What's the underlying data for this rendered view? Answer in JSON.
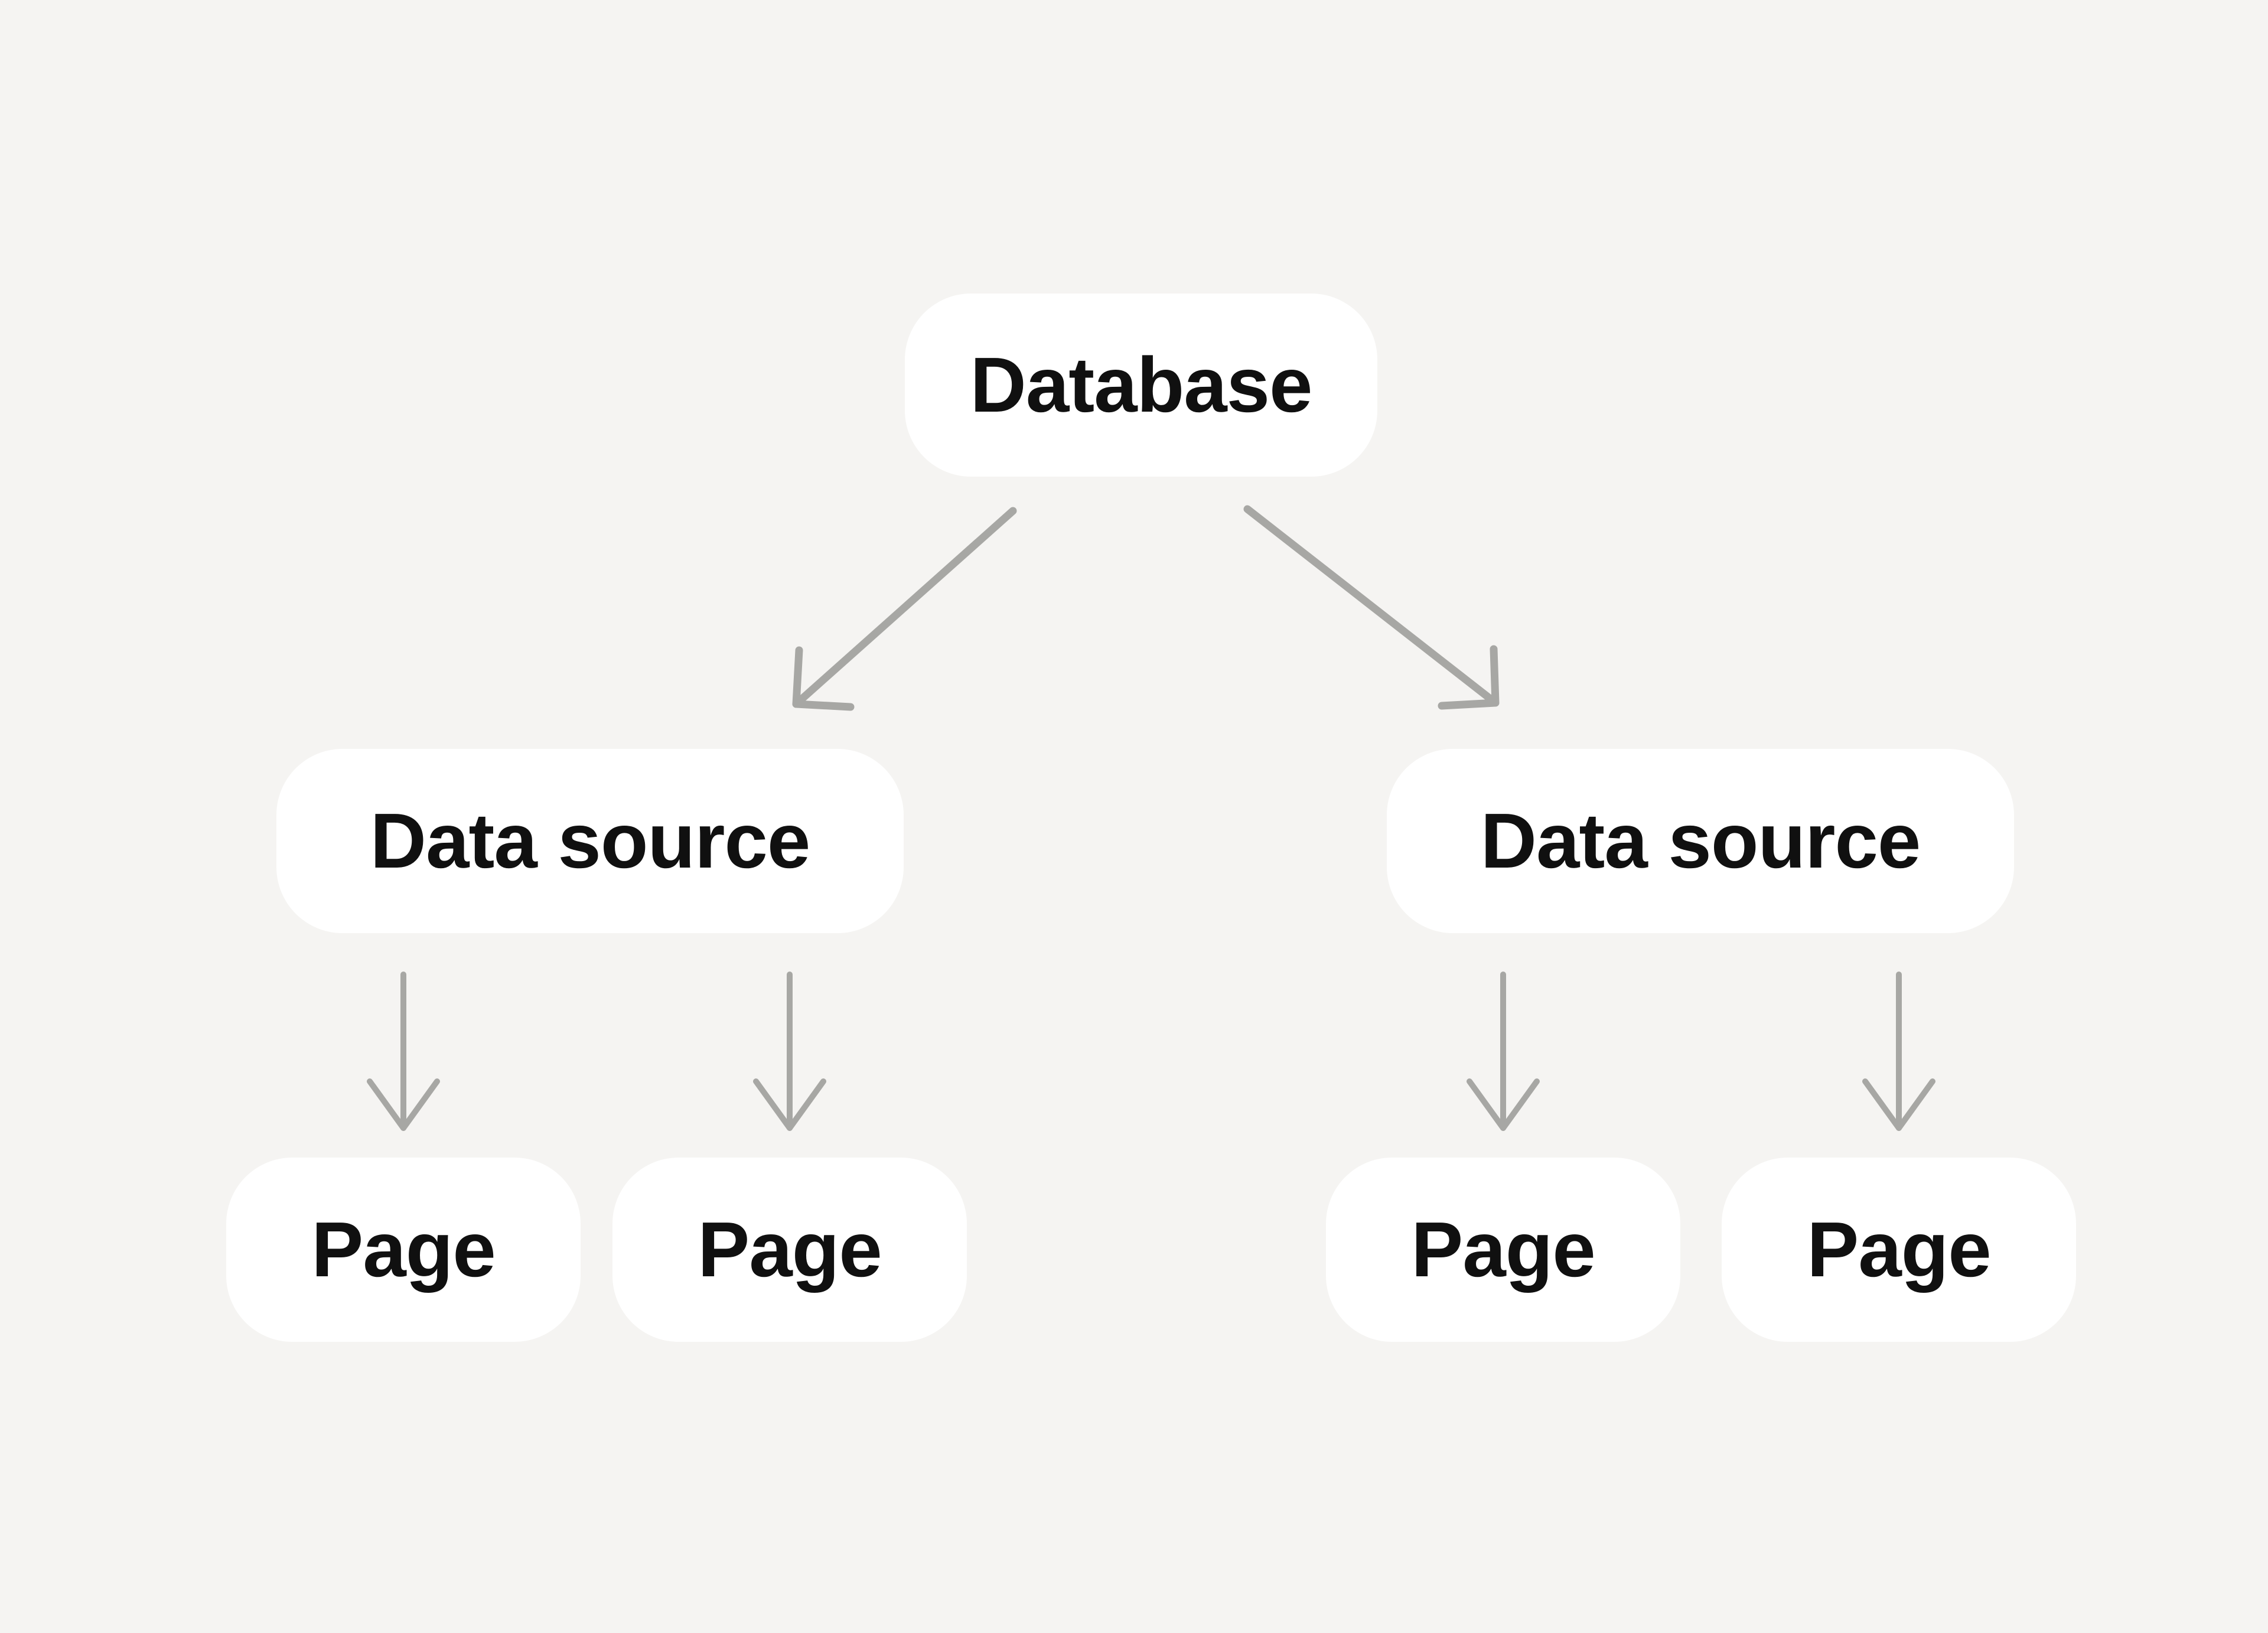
{
  "colors": {
    "background": "#f5f4f2",
    "node_fill": "#ffffff",
    "text": "#101010",
    "arrow": "#a7a7a4"
  },
  "nodes": [
    {
      "id": "database",
      "label": "Database"
    },
    {
      "id": "data-source-left",
      "label": "Data source"
    },
    {
      "id": "data-source-right",
      "label": "Data source"
    },
    {
      "id": "page-left-1",
      "label": "Page"
    },
    {
      "id": "page-left-2",
      "label": "Page"
    },
    {
      "id": "page-right-1",
      "label": "Page"
    },
    {
      "id": "page-right-2",
      "label": "Page"
    }
  ],
  "edges": [
    {
      "from": "database",
      "to": "data-source-left"
    },
    {
      "from": "database",
      "to": "data-source-right"
    },
    {
      "from": "data-source-left",
      "to": "page-left-1"
    },
    {
      "from": "data-source-left",
      "to": "page-left-2"
    },
    {
      "from": "data-source-right",
      "to": "page-right-1"
    },
    {
      "from": "data-source-right",
      "to": "page-right-2"
    }
  ]
}
